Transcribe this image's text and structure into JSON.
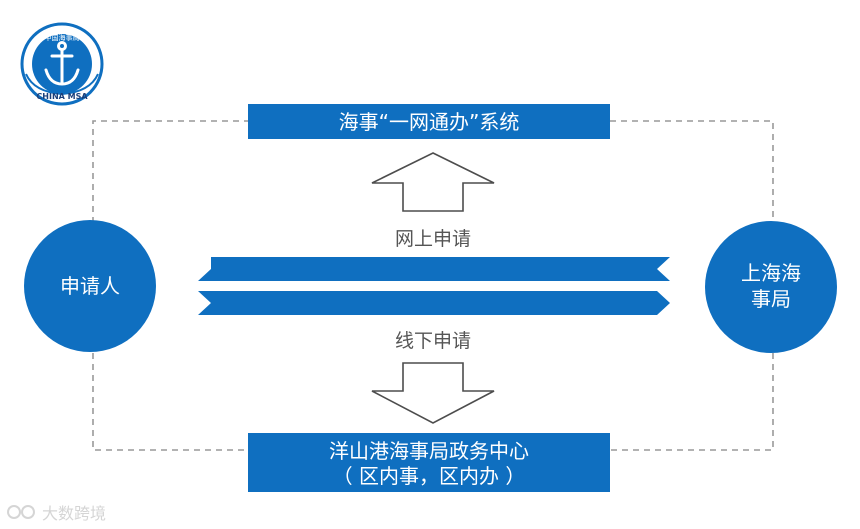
{
  "logo": {
    "top_text": "中国海事局",
    "bottom_text": "CHINA MSA",
    "icon": "anchor-icon"
  },
  "top_box": {
    "label": "海事“一网通办”系统"
  },
  "bottom_box": {
    "line1": "洋山港海事局政务中心",
    "line2": "（ 区内事，区内办 ）"
  },
  "left_circle": {
    "label": "申请人"
  },
  "right_circle": {
    "line1": "上海海",
    "line2": "事局"
  },
  "online_label": "网上申请",
  "offline_label": "线下申请",
  "watermark": {
    "text": "大数跨境"
  },
  "colors": {
    "accent": "#0f6fc0",
    "dashed_line": "#999999",
    "arrow_stroke": "#4d4d4d",
    "text_dark": "#555555"
  }
}
